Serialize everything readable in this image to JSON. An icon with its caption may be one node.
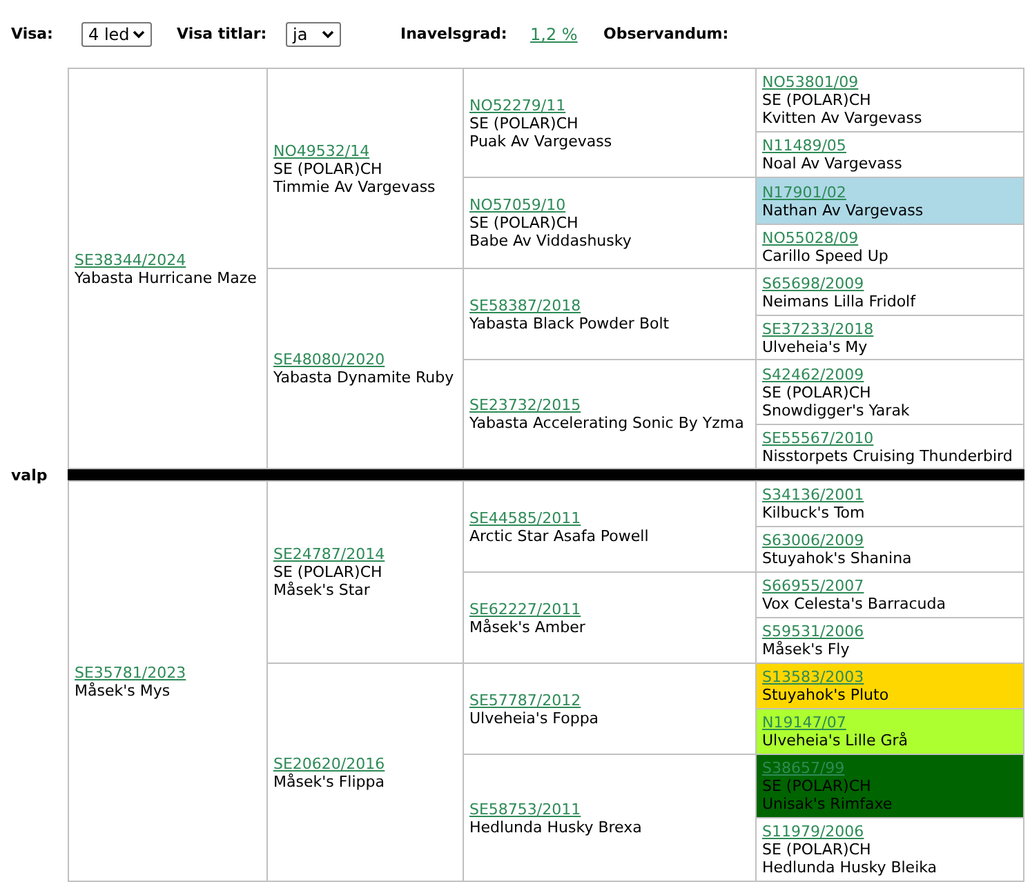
{
  "diagram": {
    "nodes": [
      {
        "text": [
          "SE38344/2024",
          "Yabasta Hurricane Maze"
        ]
      },
      {
        "text": [
          "NO49532/14",
          "SE (POLAR)CH",
          "Timmie Av Vargevass"
        ]
      },
      {
        "text": [
          "NO52279/11",
          "SE (POLAR)CH",
          "Puak Av Vargevass"
        ]
      },
      {
        "text": [
          "NO53801/09",
          "SE (POLAR)CH",
          "Kvitten Av Vargevass"
        ]
      },
      {
        "text": [
          "N11489/05",
          "Noal Av Vargevass"
        ]
      },
      {
        "text": [
          "NO57059/10",
          "SE (POLAR)CH",
          "Babe Av Viddashusky"
        ]
      },
      {
        "text": [
          "N17901/02",
          "Nathan Av Vargevass"
        ]
      },
      {
        "text": [
          "NO55028/09",
          "Carillo Speed Up"
        ]
      },
      {
        "text": [
          "SE48080/2020",
          "Yabasta Dynamite Ruby"
        ]
      },
      {
        "text": [
          "SE58387/2018",
          "Yabasta Black Powder Bolt"
        ]
      },
      {
        "text": [
          "S65698/2009",
          "Neimans Lilla Fridolf"
        ]
      },
      {
        "text": [
          "SE37233/2018",
          "Ulveheia's My"
        ]
      },
      {
        "text": [
          "SE23732/2015",
          "Yabasta Accelerating Sonic By Yzma"
        ]
      },
      {
        "text": [
          "S42462/2009",
          "SE (POLAR)CH",
          "Snowdigger's Yarak"
        ]
      },
      {
        "text": [
          "SE55567/2010",
          "Nisstorpets Cruising Thunderbird"
        ]
      },
      {
        "text": [
          "SE35781/2023",
          "Måsek's Mys"
        ]
      },
      {
        "text": [
          "SE24787/2014",
          "SE (POLAR)CH",
          "Måsek's Star"
        ]
      },
      {
        "text": [
          "SE44585/2011",
          "Arctic Star Asafa Powell"
        ]
      },
      {
        "text": [
          "S34136/2001",
          "Kilbuck's Tom"
        ]
      },
      {
        "text": [
          "S63006/2009",
          "Stuyahok's Shanina"
        ]
      },
      {
        "text": [
          "SE62227/2011",
          "Måsek's Amber"
        ]
      },
      {
        "text": [
          "S66955/2007",
          "Vox Celesta's Barracuda"
        ]
      },
      {
        "text": [
          "S59531/2006",
          "Måsek's Fly"
        ]
      },
      {
        "text": [
          "SE20620/2016",
          "Måsek's Flippa"
        ]
      },
      {
        "text": [
          "SE57787/2012",
          "Ulveheia's Foppa"
        ]
      },
      {
        "text": [
          "S13583/2003",
          "Stuyahok's Pluto"
        ]
      },
      {
        "text": [
          "N19147/07",
          "Ulveheia's Lille Grå"
        ]
      },
      {
        "text": [
          "SE58753/2011",
          "Hedlunda Husky Brexa"
        ]
      },
      {
        "text": [
          "S38657/99",
          "SE (POLAR)CH",
          "Unisak's Rimfaxe"
        ]
      },
      {
        "text": [
          "S11979/2006",
          "SE (POLAR)CH",
          "Hedlunda Husky Bleika"
        ]
      }
    ],
    "labels": [
      "Visa:",
      "4 led",
      "Visa titlar:",
      "ja",
      "Inavelsgrad:",
      "1,2 %",
      "Observandum:",
      "valp"
    ]
  }
}
